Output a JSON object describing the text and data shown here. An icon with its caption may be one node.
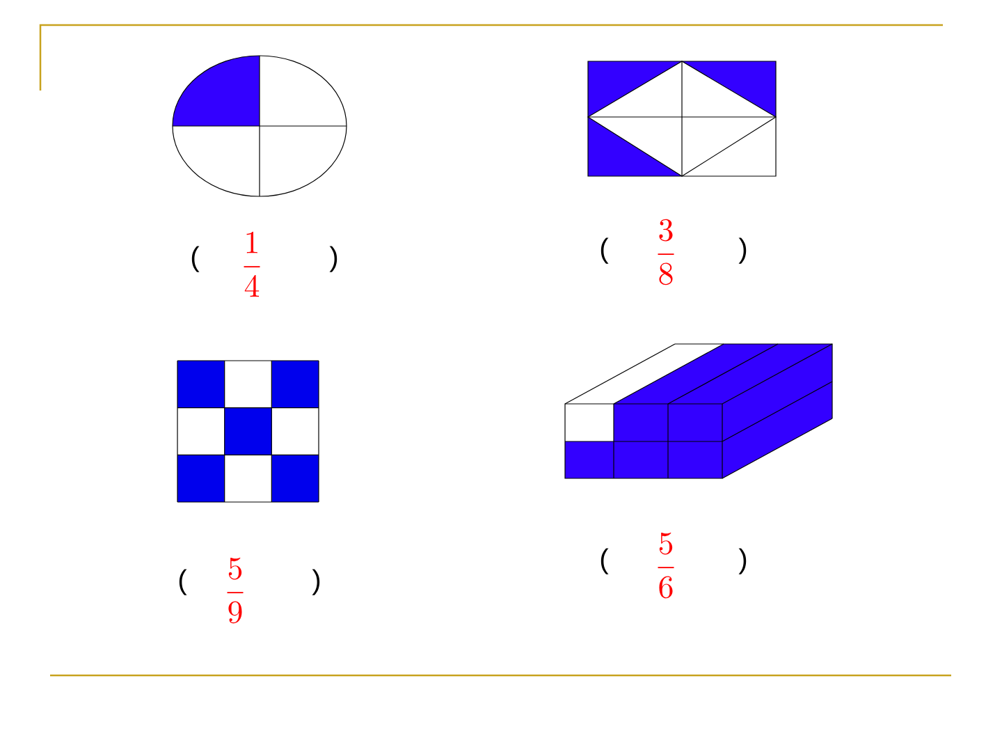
{
  "diagram": {
    "labels": [
      "(",
      "\\frac{1}{4}",
      ")",
      "(",
      "\\frac{3}{8}",
      ")",
      "(",
      "\\frac{5}{9}",
      ")",
      "(",
      "\\frac{5}{6}",
      ")"
    ]
  }
}
